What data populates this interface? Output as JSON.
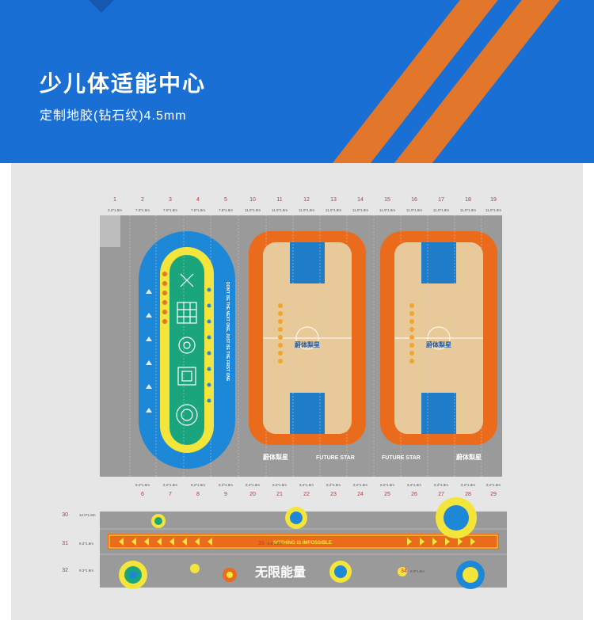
{
  "header": {
    "title": "少儿体适能中心",
    "subtitle": "定制地胶(钻石纹)4.5mm"
  },
  "colors": {
    "banner_blue": "#1a6fd4",
    "stripe_orange": "#e2762a",
    "court_orange": "#ea6b1c",
    "court_blue": "#1f7cc8",
    "track_blue": "#1e88d8",
    "yellow": "#f3e53a",
    "green": "#1aa57d",
    "floor_gray": "#9a9a9a",
    "wood": "#e8c99a"
  },
  "plan": {
    "top_numbers": [
      "1",
      "2",
      "3",
      "4",
      "5",
      "10",
      "11",
      "12",
      "13",
      "14",
      "15",
      "16",
      "17",
      "18",
      "19"
    ],
    "top_dims": [
      "3.2*1.8m",
      "7.0*1.8m",
      "7.0*1.8m",
      "7.0*1.8m",
      "7.8*1.8m",
      "11.0*1.8m",
      "11.0*1.8m",
      "11.0*1.8m",
      "11.0*1.8m",
      "11.0*1.8m",
      "11.0*1.8m",
      "11.0*1.8m",
      "11.0*1.8m",
      "11.0*1.8m",
      "11.0*1.8m"
    ],
    "bottom_numbers": [
      "6",
      "7",
      "8",
      "9",
      "20",
      "21",
      "22",
      "23",
      "24",
      "25",
      "26",
      "27",
      "28",
      "29"
    ],
    "bottom_dims": [
      "9.2*1.8m",
      "9.2*1.8m",
      "9.2*1.8m",
      "9.2*1.8m",
      "9.2*1.8m",
      "9.2*1.8m",
      "9.2*1.8m",
      "9.2*1.8m",
      "9.2*1.8m",
      "9.2*1.8m",
      "9.2*1.8m",
      "9.2*1.8m",
      "9.2*1.8m",
      "9.2*1.8m"
    ],
    "track_text": "DON'T BE THE NEXT ONE, JUST BE THE FIRST ONE",
    "court_logo": "蔚体梨星",
    "court_text_left": "蔚体梨星",
    "court_text_right": "FUTURE STAR",
    "court2_text_left": "FUTURE STAR",
    "court2_text_right": "蔚体梨星",
    "strip_rows": [
      {
        "num": "30",
        "dim": "12.0*1.8m"
      },
      {
        "num": "31",
        "dim": "9.2*1.8m"
      },
      {
        "num": "32",
        "dim": "9.2*1.8m"
      }
    ],
    "strip_mid_labels": [
      {
        "num": "33",
        "dim": "6.6*1.8m"
      },
      {
        "num": "34",
        "dim": "9.9*1.8m"
      }
    ],
    "banner_text": "NOTHING IS IMPOSSIBLE",
    "logo_text": "无限能量"
  }
}
